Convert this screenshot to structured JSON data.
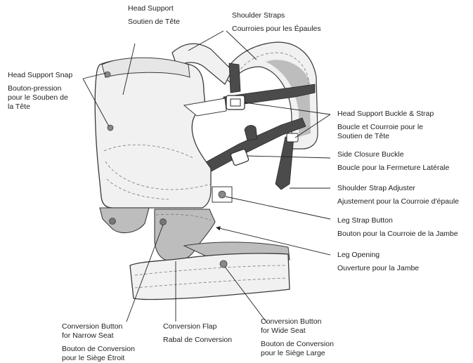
{
  "colors": {
    "outline": "#3a3a3a",
    "fabric": "#f1f1f1",
    "shade": "#bdbdbd",
    "strap": "#4b4b4b",
    "text": "#222222"
  },
  "labels": {
    "head_support": {
      "en": "Head Support",
      "fr": "Soutien de Tête"
    },
    "shoulder_straps": {
      "en": "Shoulder Straps",
      "fr": "Courroies pour les Épaules"
    },
    "head_support_snap": {
      "en": "Head Support Snap",
      "fr": "Bouton-pression\npour le Souben de\nla Tête"
    },
    "head_support_buckle": {
      "en": "Head Support Buckle & Strap",
      "fr": "Boucle et Courroie pour le\nSoutien de Tête"
    },
    "side_closure_buckle": {
      "en": "Side Closure Buckle",
      "fr": "Boucle pour la Fermeture Latérale"
    },
    "shoulder_strap_adjuster": {
      "en": "Shoulder Strap Adjuster",
      "fr": "Ajustement pour la Courroie d'épaule"
    },
    "leg_strap_button": {
      "en": "Leg Strap Button",
      "fr": "Bouton pour la Courroie de la Jambe"
    },
    "leg_opening": {
      "en": "Leg Opening",
      "fr": "Ouverture pour la Jambe"
    },
    "conversion_narrow": {
      "en": "Conversion Button\nfor Narrow Seat",
      "fr": "Bouton de Conversion\npour le Siège Étroit"
    },
    "conversion_flap": {
      "en": "Conversion Flap",
      "fr": "Rabal de Conversion"
    },
    "conversion_wide": {
      "en": "Conversion Button\nfor Wide Seat",
      "fr": "Bouton de Conversion\npour le Siège Large"
    }
  }
}
